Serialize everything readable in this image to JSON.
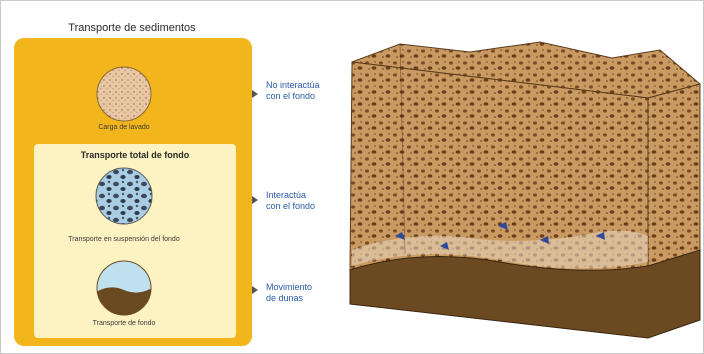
{
  "diagram": {
    "title": "Transporte de sedimentos",
    "circles": [
      {
        "caption": "Carga de lavado"
      },
      {
        "caption": "Transporte en suspensión del fondo"
      },
      {
        "caption": "Transporte de fondo"
      }
    ],
    "inner_title": "Transporte total de fondo",
    "annotations": [
      {
        "text_line1": "No interactúa",
        "text_line2": "con el fondo"
      },
      {
        "text_line1": "Interactúa",
        "text_line2": "con el fondo"
      },
      {
        "text_line1": "Movimiento",
        "text_line2": "de dunas"
      }
    ],
    "colors": {
      "panel": "#f2b51c",
      "inner_panel": "#fdf2c2",
      "sediment": "#c99a62",
      "pebble": "#7a4a24",
      "label_blue": "#2a5aa8"
    }
  }
}
